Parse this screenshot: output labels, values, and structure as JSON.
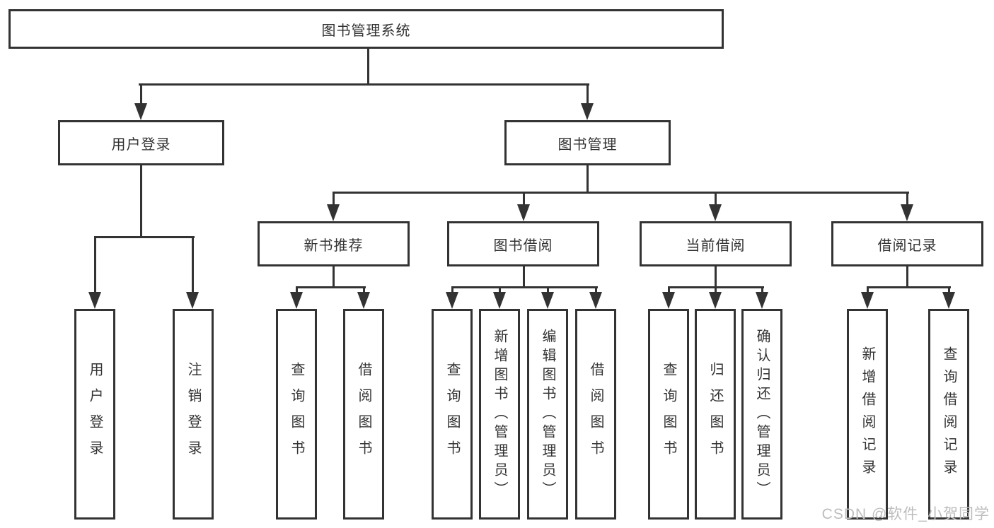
{
  "tree": {
    "label": "图书管理系统",
    "children": [
      {
        "label": "用户登录",
        "children": [
          {
            "label": "用户登录"
          },
          {
            "label": "注销登录"
          }
        ]
      },
      {
        "label": "图书管理",
        "children": [
          {
            "label": "新书推荐",
            "children": [
              {
                "label": "查询图书"
              },
              {
                "label": "借阅图书"
              }
            ]
          },
          {
            "label": "图书借阅",
            "children": [
              {
                "label": "查询图书"
              },
              {
                "label": "新增图书（管理员）"
              },
              {
                "label": "编辑图书（管理员）"
              },
              {
                "label": "借阅图书"
              }
            ]
          },
          {
            "label": "当前借阅",
            "children": [
              {
                "label": "查询图书"
              },
              {
                "label": "归还图书"
              },
              {
                "label": "确认归还（管理员）"
              }
            ]
          },
          {
            "label": "借阅记录",
            "children": [
              {
                "label": "新增借阅记录"
              },
              {
                "label": "查询借阅记录"
              }
            ]
          }
        ]
      }
    ]
  },
  "watermark": "CSDN @软件_小贺同学",
  "colors": {
    "line": "#333333",
    "text": "#333333",
    "box_background": "#ffffff",
    "page_background": "#ffffff",
    "watermark": "#bdbdbd"
  }
}
